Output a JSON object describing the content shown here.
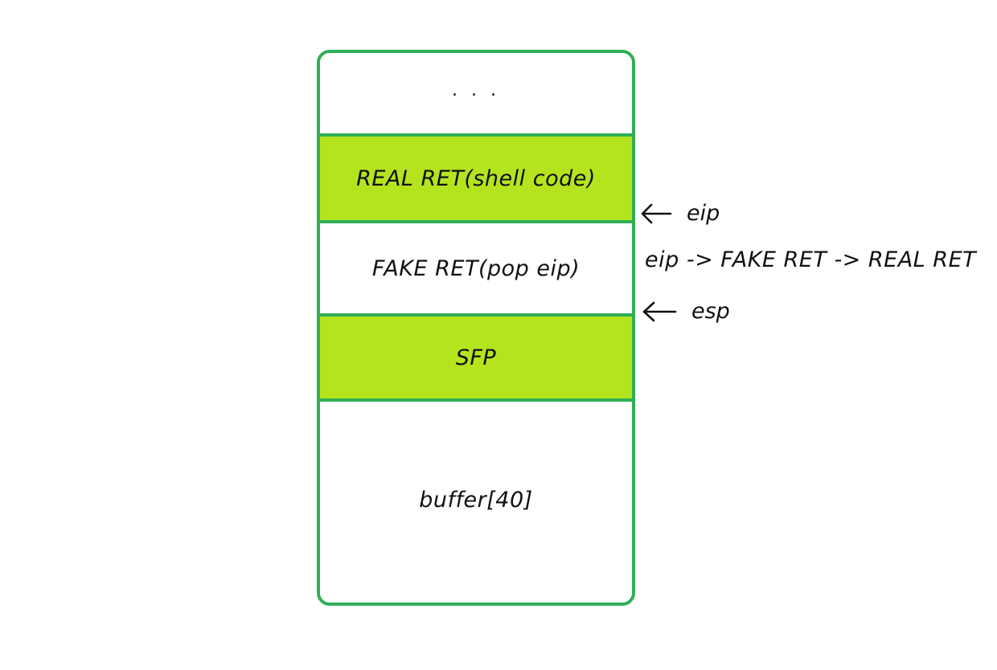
{
  "colors": {
    "border": "#2fae55",
    "highlight": "#b4e41e",
    "text": "#111111",
    "background": "#ffffff"
  },
  "stack": {
    "cells": [
      {
        "label": ". . .",
        "highlighted": false
      },
      {
        "label": "REAL RET(shell code)",
        "highlighted": true
      },
      {
        "label": "FAKE RET(pop eip)",
        "highlighted": false
      },
      {
        "label": "SFP",
        "highlighted": true
      },
      {
        "label": "buffer[40]",
        "highlighted": false
      }
    ]
  },
  "pointers": {
    "eip": {
      "label": "eip",
      "icon": "arrow-left-icon"
    },
    "esp": {
      "label": "esp",
      "icon": "arrow-left-icon"
    }
  },
  "annotation": "eip -> FAKE RET -> REAL RET"
}
